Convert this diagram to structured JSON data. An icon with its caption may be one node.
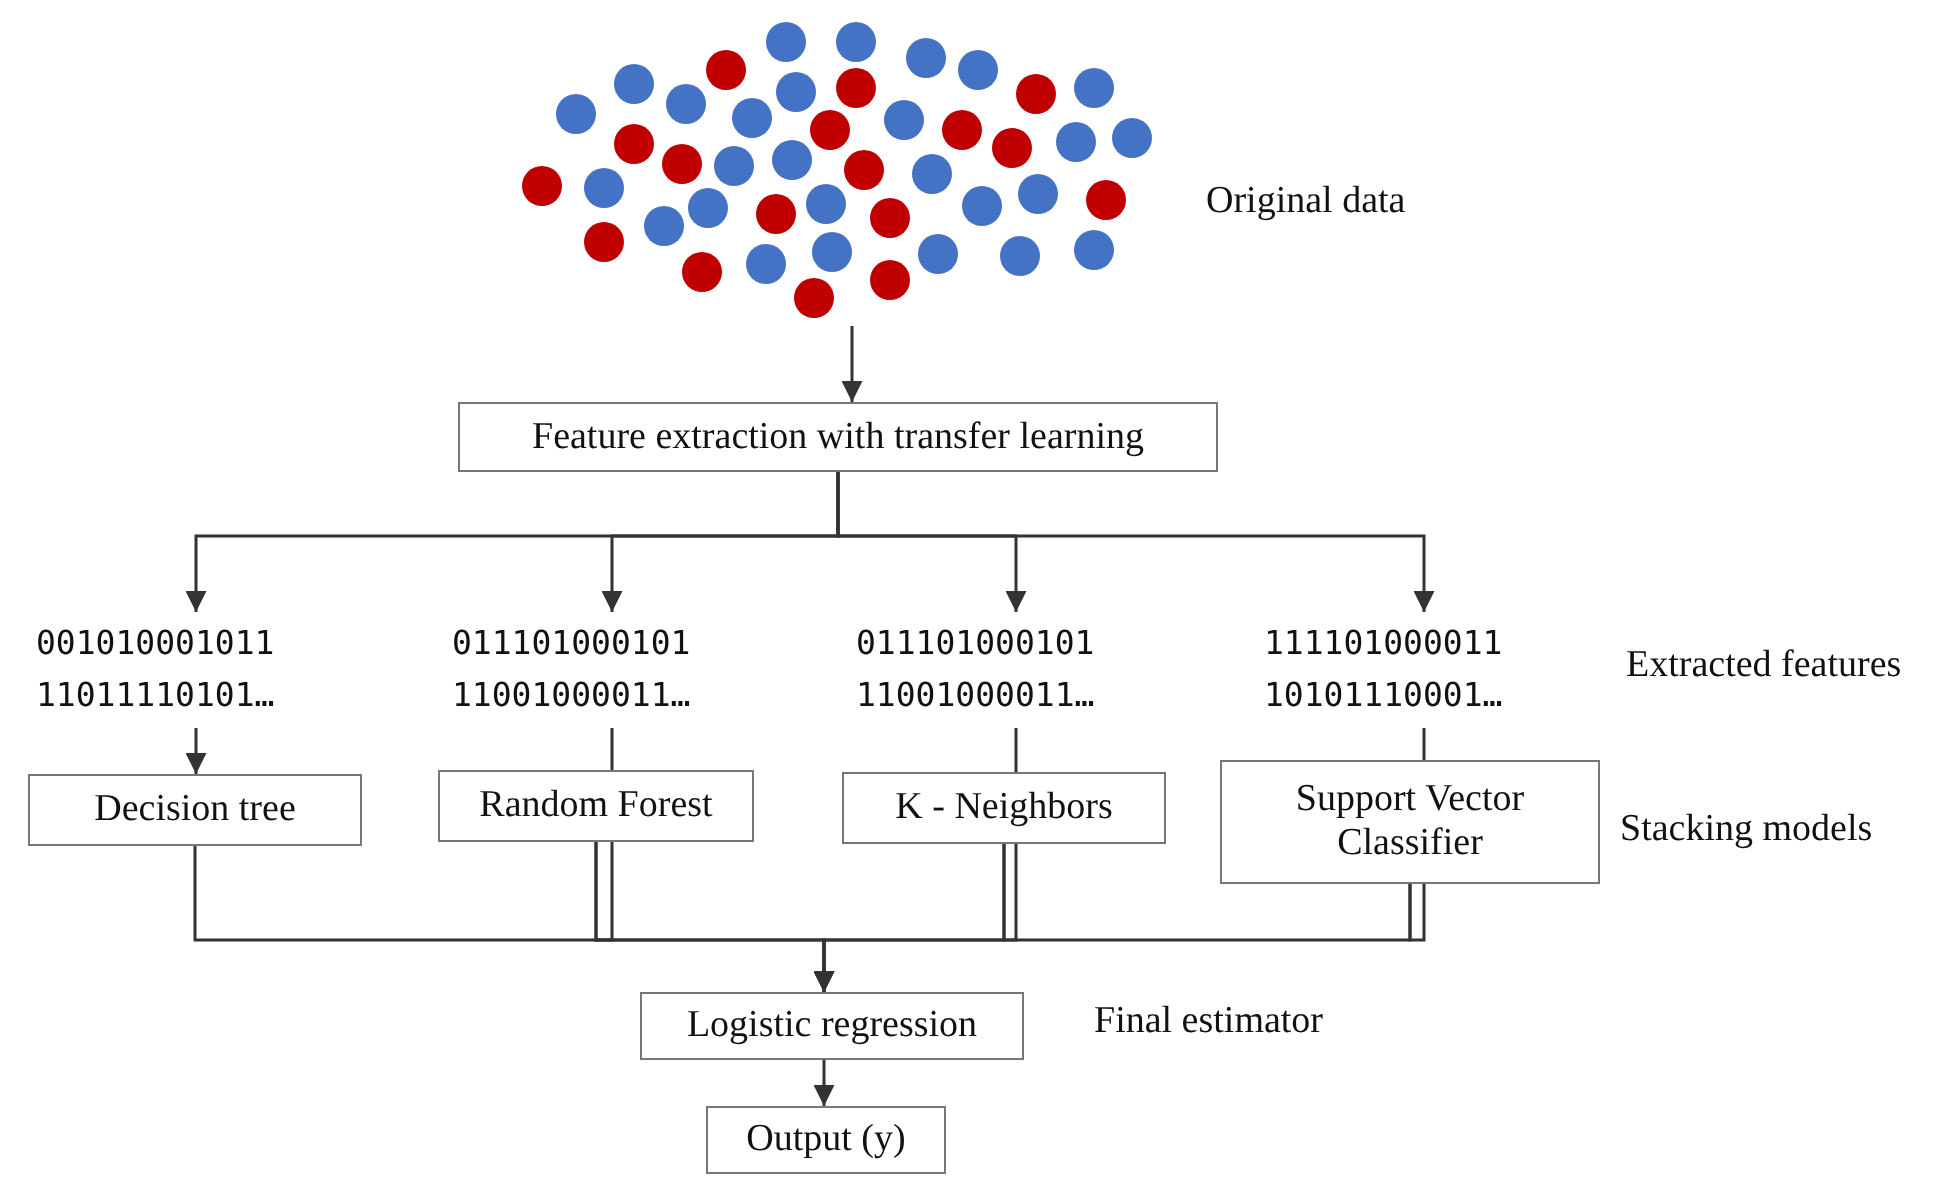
{
  "diagram": {
    "nodes": [
      {
        "text": [],
        "shape": "picture",
        "beside": [
          "Original data"
        ]
      },
      {
        "text": [
          "Feature extraction with transfer learning"
        ]
      },
      {
        "text": [
          "001010001011 11011110101…"
        ]
      },
      {
        "text": [
          "011101000101 11001000011…"
        ]
      },
      {
        "text": [
          "011101000101 11001000011…"
        ]
      },
      {
        "text": [
          "111101000011 10101110001…"
        ]
      },
      {
        "text": [
          "Decision tree"
        ]
      },
      {
        "text": [
          "Random Forest"
        ]
      },
      {
        "text": [
          "K - Neighbors"
        ]
      },
      {
        "text": [
          "Support Vector Classifier"
        ]
      },
      {
        "text": [
          "Logistic regression"
        ],
        "beside": [
          "Final estimator"
        ]
      },
      {
        "text": [
          "Output (y)"
        ]
      }
    ],
    "edges": [
      {
        "from": 0,
        "to": 1,
        "arrow": "to"
      },
      {
        "from": 1,
        "to": 2,
        "arrow": "to"
      },
      {
        "from": 1,
        "to": 3,
        "arrow": "to"
      },
      {
        "from": 1,
        "to": 4,
        "arrow": "to"
      },
      {
        "from": 1,
        "to": 5,
        "arrow": "to"
      },
      {
        "from": 2,
        "to": 6,
        "arrow": "to"
      },
      {
        "from": 3,
        "to": 7,
        "arrow": "to"
      },
      {
        "from": 4,
        "to": 8,
        "arrow": "to"
      },
      {
        "from": 5,
        "to": 9,
        "arrow": "to"
      },
      {
        "from": 6,
        "to": 10,
        "arrow": "to"
      },
      {
        "from": 7,
        "to": 10,
        "arrow": "to"
      },
      {
        "from": 8,
        "to": 10,
        "arrow": "to"
      },
      {
        "from": 9,
        "to": 10,
        "arrow": "to"
      },
      {
        "from": 10,
        "to": 11,
        "arrow": "to"
      }
    ],
    "labels": [
      "Extracted features",
      "Stacking models"
    ]
  }
}
